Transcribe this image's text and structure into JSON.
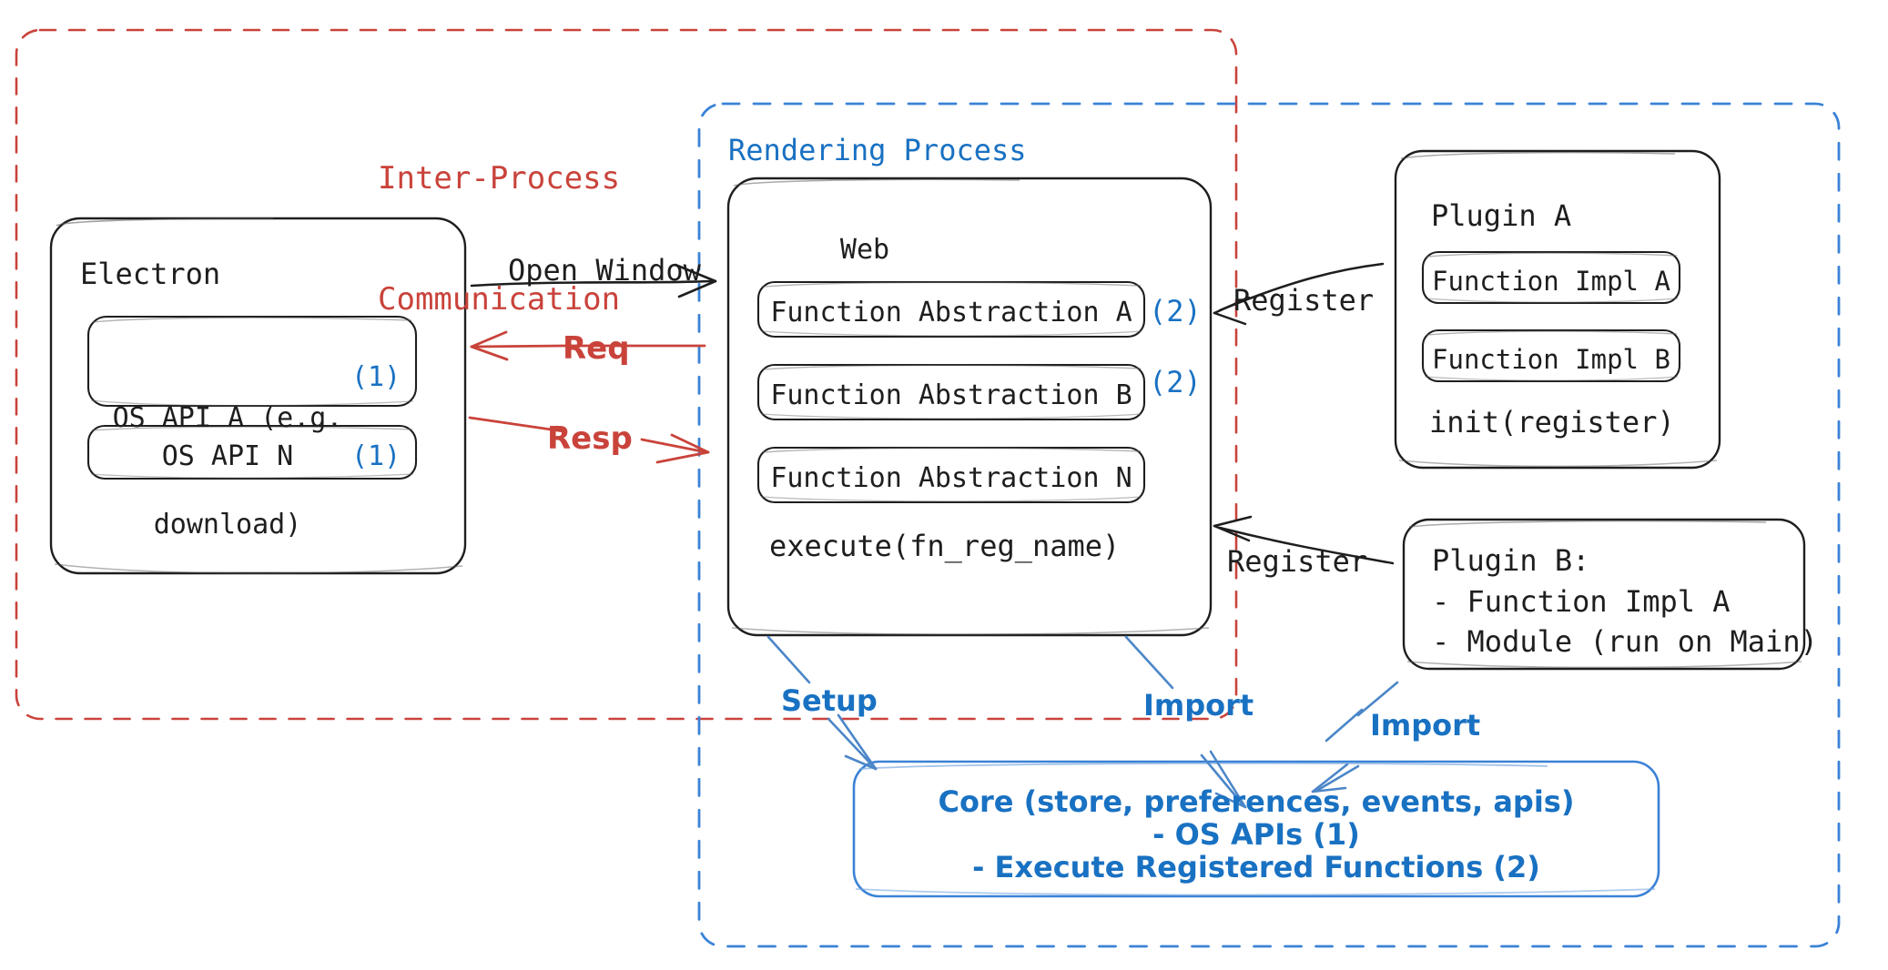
{
  "diagram": {
    "title": "Electron plugin architecture diagram",
    "colors": {
      "ink": "#1e1e1e",
      "red": "#c9433b",
      "blue": "#1971c2",
      "background": "#ffffff"
    }
  },
  "containers": {
    "ipc": {
      "label_line1": "Inter-Process",
      "label_line2": "Communication",
      "border_style": "dashed",
      "color": "#c9433b"
    },
    "rendering_process": {
      "label": "Rendering Process",
      "border_style": "dashed",
      "color": "#1971c2"
    }
  },
  "boxes": {
    "electron": {
      "title": "Electron",
      "items": [
        {
          "text_line1": "OS API A (e.g.",
          "text_line2": "download)",
          "marker": "(1)"
        },
        {
          "text_line1": "OS API N",
          "marker": "(1)"
        }
      ]
    },
    "web": {
      "title": "Web",
      "items": [
        {
          "text": "Function Abstraction A",
          "marker": "(2)"
        },
        {
          "text": "Function Abstraction B",
          "marker": "(2)"
        },
        {
          "text": "Function Abstraction N",
          "marker": ""
        }
      ],
      "footer": "execute(fn_reg_name)"
    },
    "plugin_a": {
      "title": "Plugin A",
      "items": [
        {
          "text": "Function Impl A"
        },
        {
          "text": "Function Impl B"
        }
      ],
      "footer": "init(register)"
    },
    "plugin_b": {
      "title": "Plugin B:",
      "lines": [
        "- Function Impl A",
        "- Module (run on Main)"
      ]
    },
    "core": {
      "line1": "Core (store, preferences, events, apis)",
      "line2": "- OS APIs (1)",
      "line3": "- Execute Registered Functions (2)"
    }
  },
  "arrows": [
    {
      "name": "open-window",
      "label": "Open Window",
      "color": "#1e1e1e",
      "direction": "right"
    },
    {
      "name": "req",
      "label": "Req",
      "color": "#c9433b",
      "direction": "left"
    },
    {
      "name": "resp",
      "label": "Resp",
      "color": "#c9433b",
      "direction": "right"
    },
    {
      "name": "register-a",
      "label": "Register",
      "color": "#1e1e1e",
      "direction": "left"
    },
    {
      "name": "register-b",
      "label": "Register",
      "color": "#1e1e1e",
      "direction": "left"
    },
    {
      "name": "setup",
      "label": "Setup",
      "color": "#1971c2",
      "direction": "down"
    },
    {
      "name": "import-web",
      "label": "Import",
      "color": "#1971c2",
      "direction": "down"
    },
    {
      "name": "import-plugin-b",
      "label": "Import",
      "color": "#1971c2",
      "direction": "down-left"
    }
  ]
}
